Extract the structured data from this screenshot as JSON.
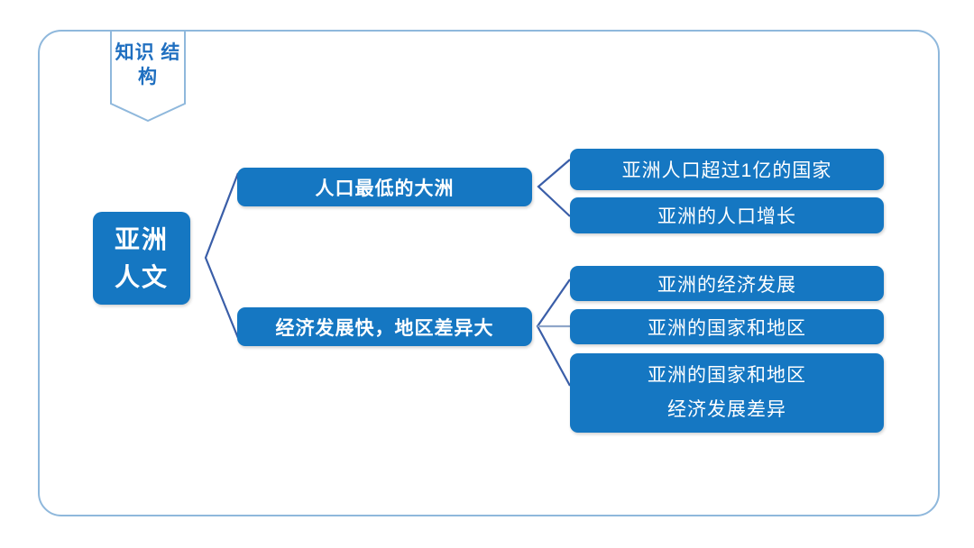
{
  "banner": {
    "label": "知识\n结构",
    "border_color": "#8fb8dc",
    "text_color": "#1f6fc0"
  },
  "frame": {
    "border_color": "#8fb8dc"
  },
  "theme": {
    "node_fill": "#1577c2",
    "node_text": "#ffffff",
    "connector_color": "#3a5ea8",
    "background": "#ffffff"
  },
  "diagram": {
    "root": {
      "label": "亚洲\n人文"
    },
    "branches": [
      {
        "label": "人口最低的大洲",
        "children": [
          {
            "label": "亚洲人口超过1亿的国家"
          },
          {
            "label": "亚洲的人口增长"
          }
        ]
      },
      {
        "label": "经济发展快，地区差异大",
        "children": [
          {
            "label": "亚洲的经济发展"
          },
          {
            "label": "亚洲的国家和地区"
          },
          {
            "label": "亚洲的国家和地区\n经济发展差异"
          }
        ]
      }
    ]
  }
}
